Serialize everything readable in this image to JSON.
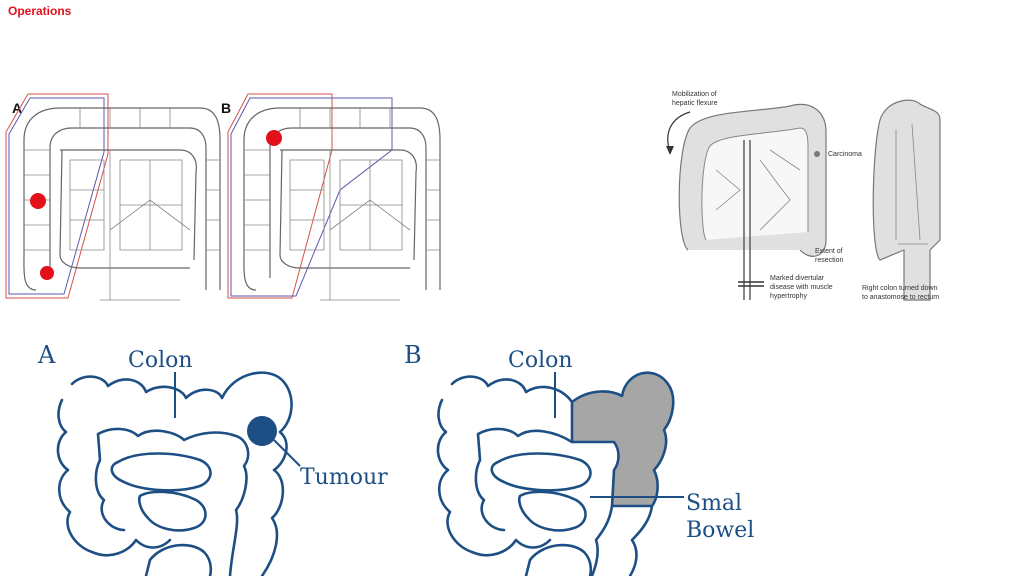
{
  "page": {
    "title": "Operations"
  },
  "top_left_figure": {
    "panels": [
      {
        "letter": "A"
      },
      {
        "letter": "B"
      }
    ],
    "marker_color": "#e3101a"
  },
  "top_right_figure": {
    "labels": {
      "mobilization": [
        "Mobilization of",
        "hepatic flexure"
      ],
      "carcinoma": "Carcinoma",
      "extent": [
        "Extent of",
        "resection"
      ],
      "divertular": [
        "Marked divertular",
        "disease with muscle",
        "hypertrophy"
      ],
      "right_colon": [
        "Right colon turned down",
        "to anastomose to rectum"
      ]
    }
  },
  "bottom_figure": {
    "accent_color": "#1e4f84",
    "resected_color": "#a6a6a6",
    "panel_a": {
      "letter": "A",
      "colon_label": "Colon",
      "tumour_label": "Tumour"
    },
    "panel_b": {
      "letter": "B",
      "colon_label": "Colon",
      "bowel_label_line1": "Smal",
      "bowel_label_line2": "Bowel"
    }
  }
}
